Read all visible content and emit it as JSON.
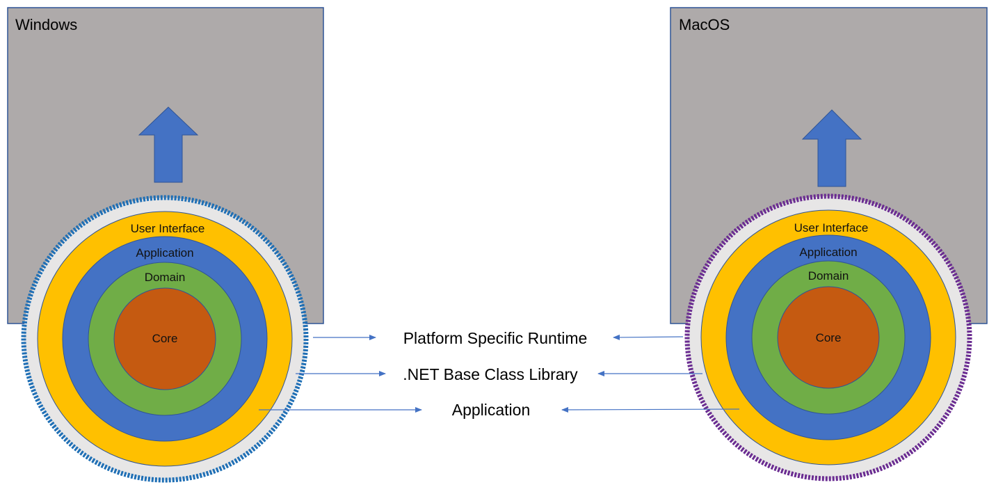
{
  "panels": [
    {
      "title": "Windows",
      "border_color": "#1f6fb5",
      "layers": [
        "User Interface",
        "Application",
        "Domain",
        "Core"
      ]
    },
    {
      "title": "MacOS",
      "border_color": "#6a2c91",
      "layers": [
        "User Interface",
        "Application",
        "Domain",
        "Core"
      ]
    }
  ],
  "middle_labels": [
    "Platform Specific Runtime",
    ".NET Base Class Library",
    "Application"
  ],
  "colors": {
    "box_fill": "#aeaaaa",
    "box_stroke": "#2f5496",
    "arrow_fill": "#4472c4",
    "outer_ring": "#e7e6e6",
    "user_interface": "#ffc000",
    "application": "#4472c4",
    "domain": "#70ad47",
    "core": "#c55a11",
    "connector": "#4472c4"
  }
}
